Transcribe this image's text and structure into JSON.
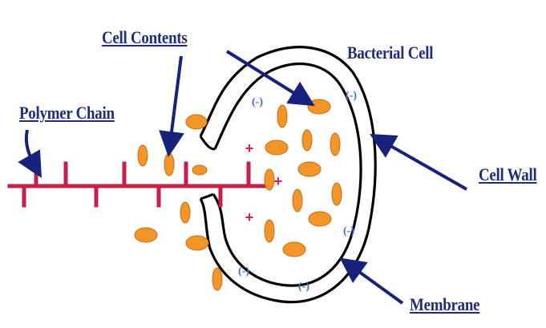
{
  "labels": {
    "cell_contents": "Cell Contents",
    "bacterial_cell": "Bacterial Cell",
    "polymer_chain": "Polymer Chain",
    "cell_wall": "Cell Wall",
    "membrane": "Membrane"
  },
  "charges": {
    "negative": "(-)",
    "positive": "+"
  },
  "colors": {
    "label_text": "#1f2d7a",
    "arrow": "#17237a",
    "polymer": "#c81e4b",
    "particle_fill": "#f2962a",
    "particle_stroke": "#c96a10",
    "cell_outline": "#000000",
    "charge_negative": "#3a6fd8",
    "charge_positive": "#d81e4b"
  }
}
